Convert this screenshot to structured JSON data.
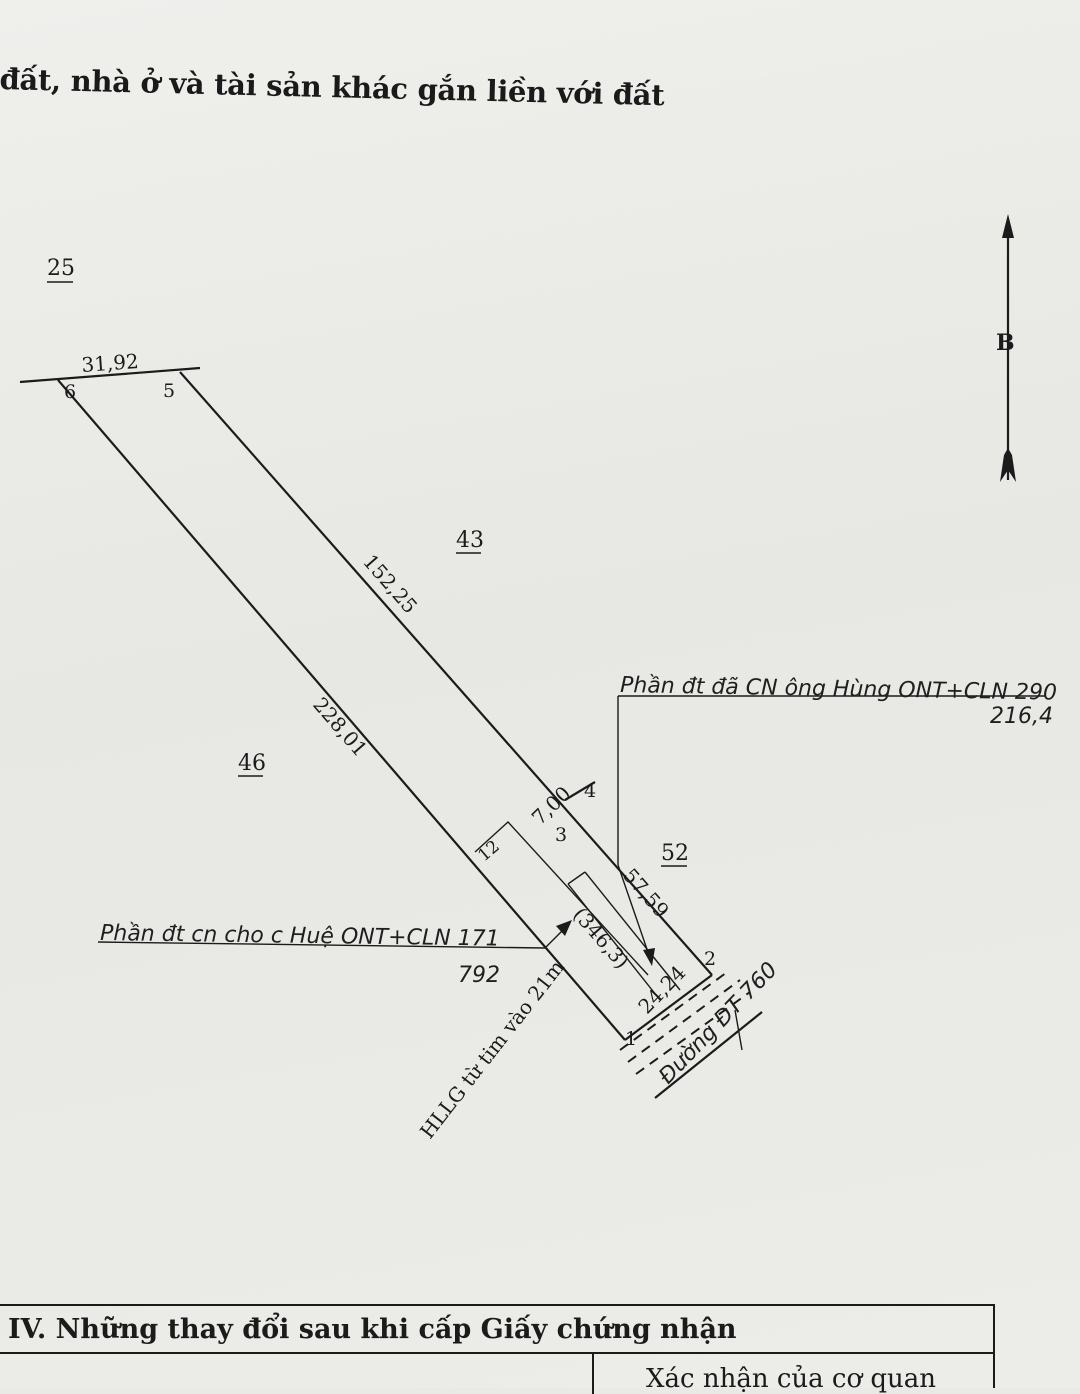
{
  "header": {
    "title": "đất, nhà ở và tài sản khác gắn liền với đất"
  },
  "map": {
    "north_label": "B",
    "parcels": {
      "p25": "25",
      "p43": "43",
      "p46": "46",
      "p52": "52"
    },
    "dimensions": {
      "d_top": "31,92",
      "d_east": "152,25",
      "d_west": "228,01",
      "d_short": "7,00",
      "d_south_east": "57,59",
      "d_front": "24,24",
      "d_inner": "(346,3)"
    },
    "points": {
      "pt1": "1",
      "pt2": "2",
      "pt3": "3",
      "pt4": "4",
      "pt5": "5",
      "pt6": "6"
    },
    "notes": {
      "hung_note": "Phần đt đã CN ông Hùng ONT+CLN 290",
      "hung_value": "216,4",
      "hue_note": "Phần đt cn cho c Huệ ONT+CLN 171",
      "hue_value": "792",
      "corridor_note": "HLLG từ tim vào 21m",
      "road_label": "Đường ĐT 760"
    }
  },
  "section": {
    "title": "IV. Những thay đổi sau khi cấp Giấy chứng nhận",
    "column_label": "Xác nhận của cơ quan"
  }
}
